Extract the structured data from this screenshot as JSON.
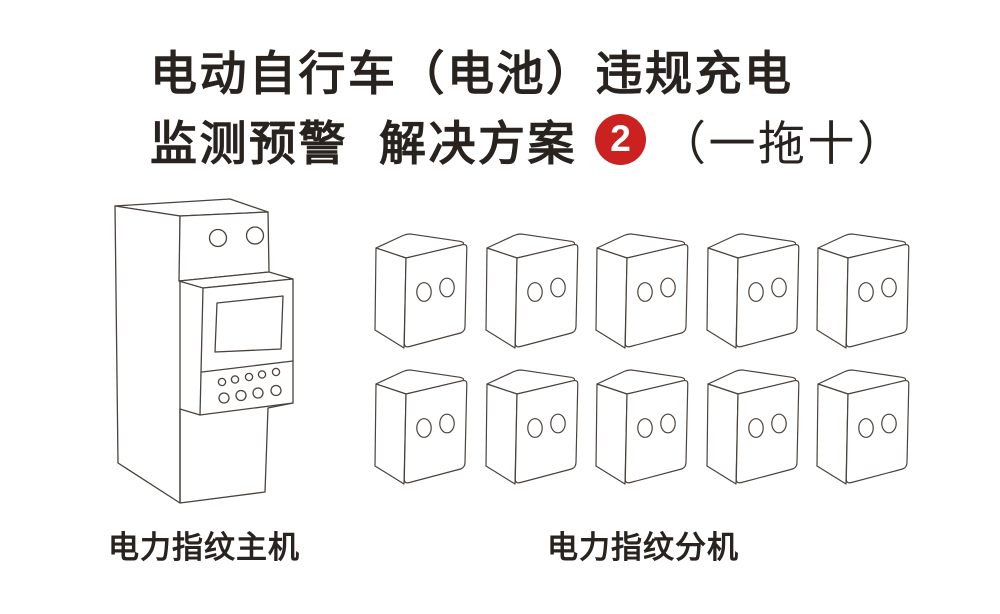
{
  "title": {
    "line1": "电动自行车（电池）违规充电",
    "line2_lead": "监测预警",
    "line2_main": "解决方案",
    "badge_number": "2",
    "line2_suffix": "（一拖十）"
  },
  "captions": {
    "host_label": "电力指纹主机",
    "extension_label": "电力指纹分机"
  },
  "devices": {
    "extension_count": 10,
    "extension_cols": 5,
    "extension_rows": 2
  },
  "colors": {
    "badge_red": "#cc2121",
    "ink": "#29231f",
    "line_art": "#4a423c",
    "background": "#ffffff"
  },
  "icons": {
    "host_illustration": "din-rail-meter-line-art-icon",
    "extension_illustration": "two-hole-socket-box-line-art-icon"
  }
}
